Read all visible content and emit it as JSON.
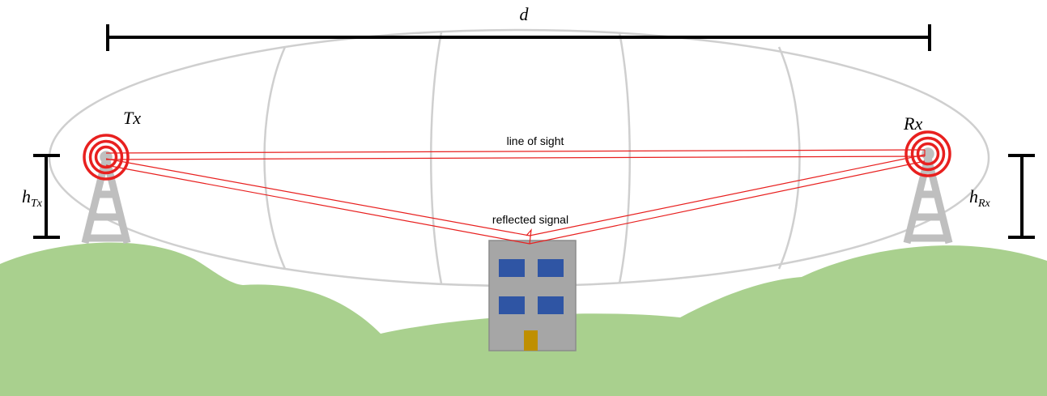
{
  "labels": {
    "distance": "d",
    "transmitter": "Tx",
    "receiver": "Rx",
    "tx_height_main": "h",
    "tx_height_sub": "Tx",
    "rx_height_main": "h",
    "rx_height_sub": "Rx",
    "line_of_sight": "line of sight",
    "reflected_signal": "reflected signal"
  },
  "colors": {
    "hills": "#a9d08e",
    "signal": "#e8201f",
    "tower": "#bfbfbf",
    "ellipsoid": "#cfcfcf",
    "building": "#a6a6a6",
    "window": "#2f55a4",
    "door": "#bf8f00",
    "dimension": "#000000"
  }
}
